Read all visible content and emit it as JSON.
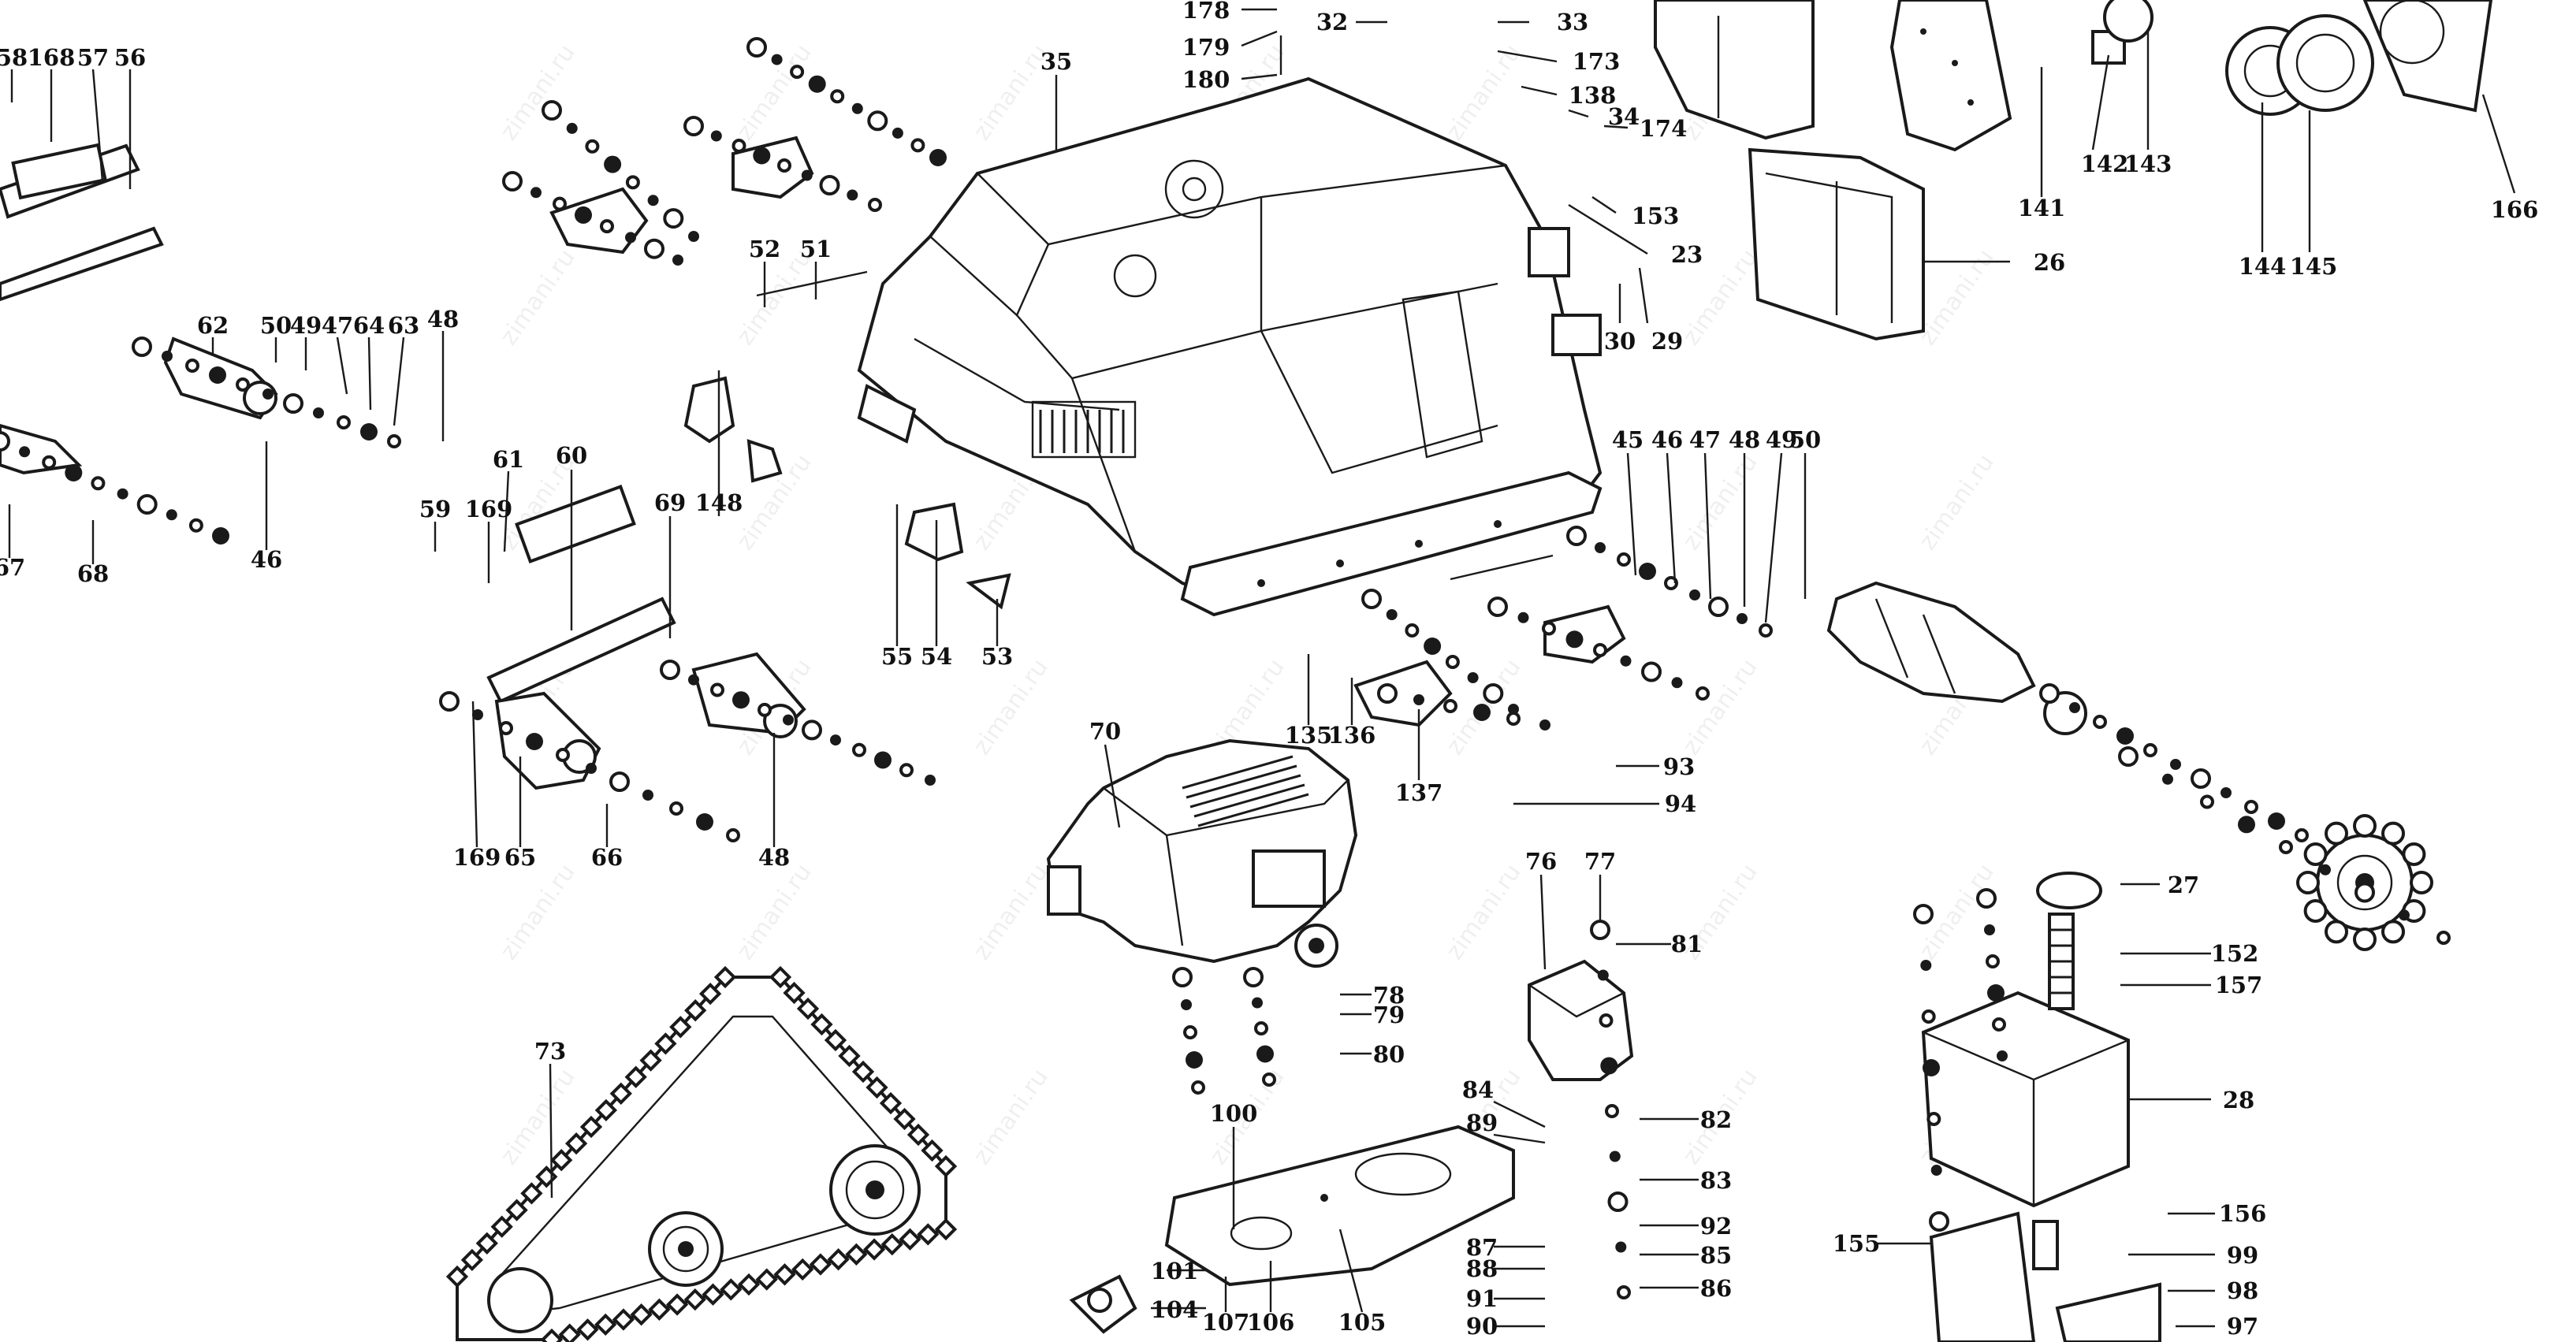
{
  "watermark": "zimani.ru",
  "diagram": {
    "ink": "#1a1a1a",
    "background": "#ffffff",
    "labels": [
      "178",
      "179",
      "180",
      "32",
      "33",
      "35",
      "173",
      "138",
      "34",
      "174",
      "153",
      "23",
      "30",
      "29",
      "26",
      "141",
      "142",
      "143",
      "144",
      "145",
      "166",
      "58",
      "168",
      "57",
      "56",
      "52",
      "51",
      "62",
      "50",
      "49",
      "47",
      "64",
      "63",
      "48",
      "61",
      "60",
      "59",
      "169",
      "69",
      "148",
      "55",
      "54",
      "53",
      "67",
      "68",
      "46",
      "45",
      "46",
      "47",
      "48",
      "49",
      "50",
      "135",
      "136",
      "137",
      "70",
      "93",
      "94",
      "169",
      "65",
      "66",
      "48",
      "76",
      "77",
      "81",
      "27",
      "152",
      "157",
      "28",
      "73",
      "78",
      "79",
      "80",
      "84",
      "89",
      "82",
      "83",
      "92",
      "87",
      "88",
      "85",
      "86",
      "91",
      "90",
      "100",
      "101",
      "104",
      "107",
      "106",
      "105",
      "155",
      "156",
      "99",
      "98",
      "97"
    ]
  }
}
